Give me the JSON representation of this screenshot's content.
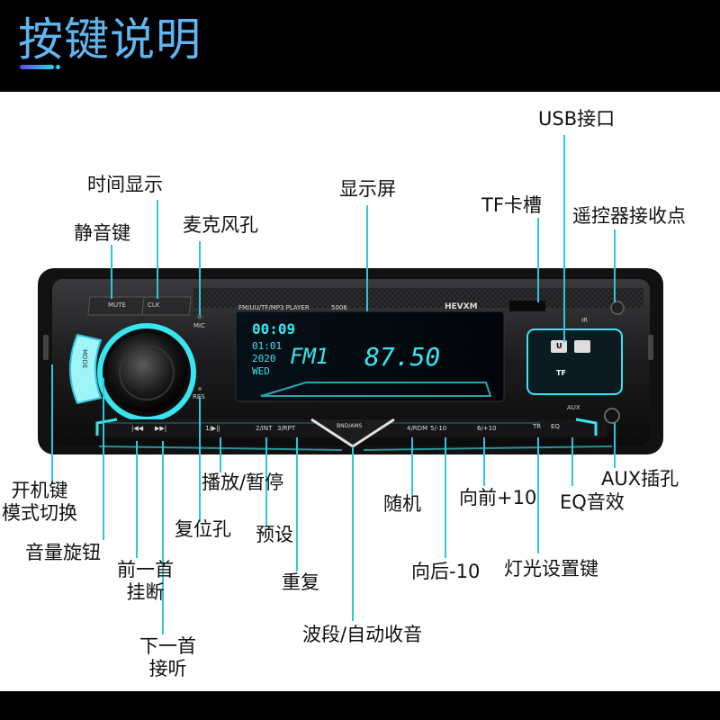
{
  "header": {
    "title": "按键说明"
  },
  "device": {
    "badge_text": "FM/UU/TF/MP3 PLAYER",
    "model": "5006",
    "brand": "HEVXM",
    "lcd_time": "00:09",
    "lcd_date_1": "01:01",
    "lcd_date_2": "2020",
    "lcd_day": "WED",
    "lcd_band": "FM1",
    "lcd_freq": "87.50",
    "buttons": {
      "mute": "MUTE",
      "clk": "CLK",
      "mic": "MIC",
      "res": "RES",
      "mode": "MODE",
      "prev": "|◀◀",
      "next": "▶▶|",
      "play": "1/▶||",
      "int": "2/INT",
      "rpt": "3/RPT",
      "band": "BND/AMS",
      "rdm": "4/RDM",
      "minus10": "5/-10",
      "plus10": "6/+10",
      "tr": "TR",
      "eq": "EQ",
      "ir": "IR",
      "aux": "AUX",
      "usb": "U",
      "tf": "TF"
    }
  },
  "labels": {
    "usb": "USB接口",
    "clock": "时间显示",
    "screen": "显示屏",
    "tf": "TF卡槽",
    "ir": "遥控器接收点",
    "mute": "静音键",
    "mic": "麦克风孔",
    "power_mode": "开机键\n模式切换",
    "volume": "音量旋钮",
    "prev": "前一首\n挂断",
    "next": "下一首\n接听",
    "play_pause": "播放/暂停",
    "reset": "复位孔",
    "preset": "预设",
    "repeat": "重复",
    "band": "波段/自动收音",
    "random": "随机",
    "back10": "向后-10",
    "fwd10": "向前+10",
    "light": "灯光设置键",
    "eq": "EQ音效",
    "aux": "AUX插孔"
  },
  "colors": {
    "accent": "#2ec7d8",
    "title": "#5fb6f2",
    "lcd": "#39e6f0"
  }
}
